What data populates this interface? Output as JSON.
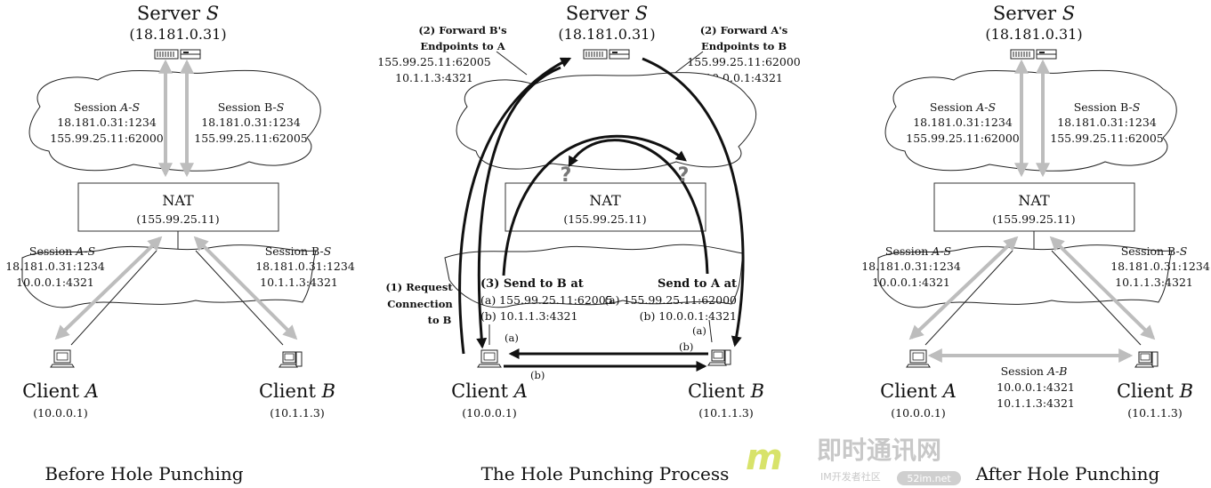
{
  "panels": [
    {
      "caption": "Before Hole Punching",
      "server_name": "Server ",
      "server_var": "S",
      "server_ip": "(18.181.0.31)",
      "session_as_label": "Session ",
      "session_as_var": "A-S",
      "session_as_ep1": "18.181.0.31:1234",
      "session_as_ep2": "155.99.25.11:62000",
      "session_bs_label": "Session B-",
      "session_bs_var": "S",
      "session_bs_ep1": "18.181.0.31:1234",
      "session_bs_ep2": "155.99.25.11:62005",
      "nat_name": "NAT",
      "nat_ip": "(155.99.25.11)",
      "lower_as_label": "Session ",
      "lower_as_var": "A-S",
      "lower_as_ep1": "18.181.0.31:1234",
      "lower_as_ep2": "10.0.0.1:4321",
      "lower_bs_label": "Session B-",
      "lower_bs_var": "S",
      "lower_bs_ep1": "18.181.0.31:1234",
      "lower_bs_ep2": "10.1.1.3:4321",
      "client_a_name": "Client ",
      "client_a_var": "A",
      "client_a_ip": "(10.0.0.1)",
      "client_b_name": "Client ",
      "client_b_var": "B",
      "client_b_ip": "(10.1.1.3)"
    },
    {
      "caption": "The Hole Punching Process",
      "server_name": "Server ",
      "server_var": "S",
      "server_ip": "(18.181.0.31)",
      "fwd_b_line1": "(2) Forward B's",
      "fwd_b_line2": "Endpoints to A",
      "fwd_b_ep1": "155.99.25.11:62005",
      "fwd_b_ep2": "10.1.1.3:4321",
      "fwd_a_line1": "(2) Forward A's",
      "fwd_a_line2": "Endpoints to B",
      "fwd_a_ep1": "155.99.25.11:62000",
      "fwd_a_ep2": "10.0.0.1:4321",
      "question_left": "?",
      "question_right": "?",
      "nat_name": "NAT",
      "nat_ip": "(155.99.25.11)",
      "req_line1": "(1) Request",
      "req_line2": "Connection",
      "req_line3": "to B",
      "send_b_title": "(3) Send to B at",
      "send_b_a": "(a) 155.99.25.11:62005",
      "send_b_b": "(b) 10.1.1.3:4321",
      "send_a_title": "Send to A at",
      "send_a_a": "(a) 155.99.25.11:62000",
      "send_a_b": "(b) 10.0.0.1:4321",
      "mark_a_left": "(a)",
      "mark_a_right": "(a)",
      "mark_b_top": "(b)",
      "mark_b_bottom": "(b)",
      "client_a_name": "Client ",
      "client_a_var": "A",
      "client_a_ip": "(10.0.0.1)",
      "client_b_name": "Client ",
      "client_b_var": "B",
      "client_b_ip": "(10.1.1.3)"
    },
    {
      "caption": "After Hole Punching",
      "server_name": "Server ",
      "server_var": "S",
      "server_ip": "(18.181.0.31)",
      "session_as_label": "Session ",
      "session_as_var": "A-S",
      "session_as_ep1": "18.181.0.31:1234",
      "session_as_ep2": "155.99.25.11:62000",
      "session_bs_label": "Session B-",
      "session_bs_var": "S",
      "session_bs_ep1": "18.181.0.31:1234",
      "session_bs_ep2": "155.99.25.11:62005",
      "nat_name": "NAT",
      "nat_ip": "(155.99.25.11)",
      "lower_as_label": "Session ",
      "lower_as_var": "A-S",
      "lower_as_ep1": "18.181.0.31:1234",
      "lower_as_ep2": "10.0.0.1:4321",
      "lower_bs_label": "Session B-",
      "lower_bs_var": "S",
      "lower_bs_ep1": "18.181.0.31:1234",
      "lower_bs_ep2": "10.1.1.3:4321",
      "session_ab_label": "Session ",
      "session_ab_var": "A-B",
      "session_ab_ep1": "10.0.0.1:4321",
      "session_ab_ep2": "10.1.1.3:4321",
      "client_a_name": "Client ",
      "client_a_var": "A",
      "client_a_ip": "(10.0.0.1)",
      "client_b_name": "Client ",
      "client_b_var": "B",
      "client_b_ip": "(10.1.1.3)"
    }
  ],
  "watermark": {
    "logo_letter": "m",
    "title": "即时通讯网",
    "subtitle": "IM开发者社区",
    "badge": "52im.net"
  },
  "colors": {
    "session_arrow": "#bdbdbd",
    "message_arrow": "#111111",
    "watermark_logo": "#d8e36a"
  }
}
